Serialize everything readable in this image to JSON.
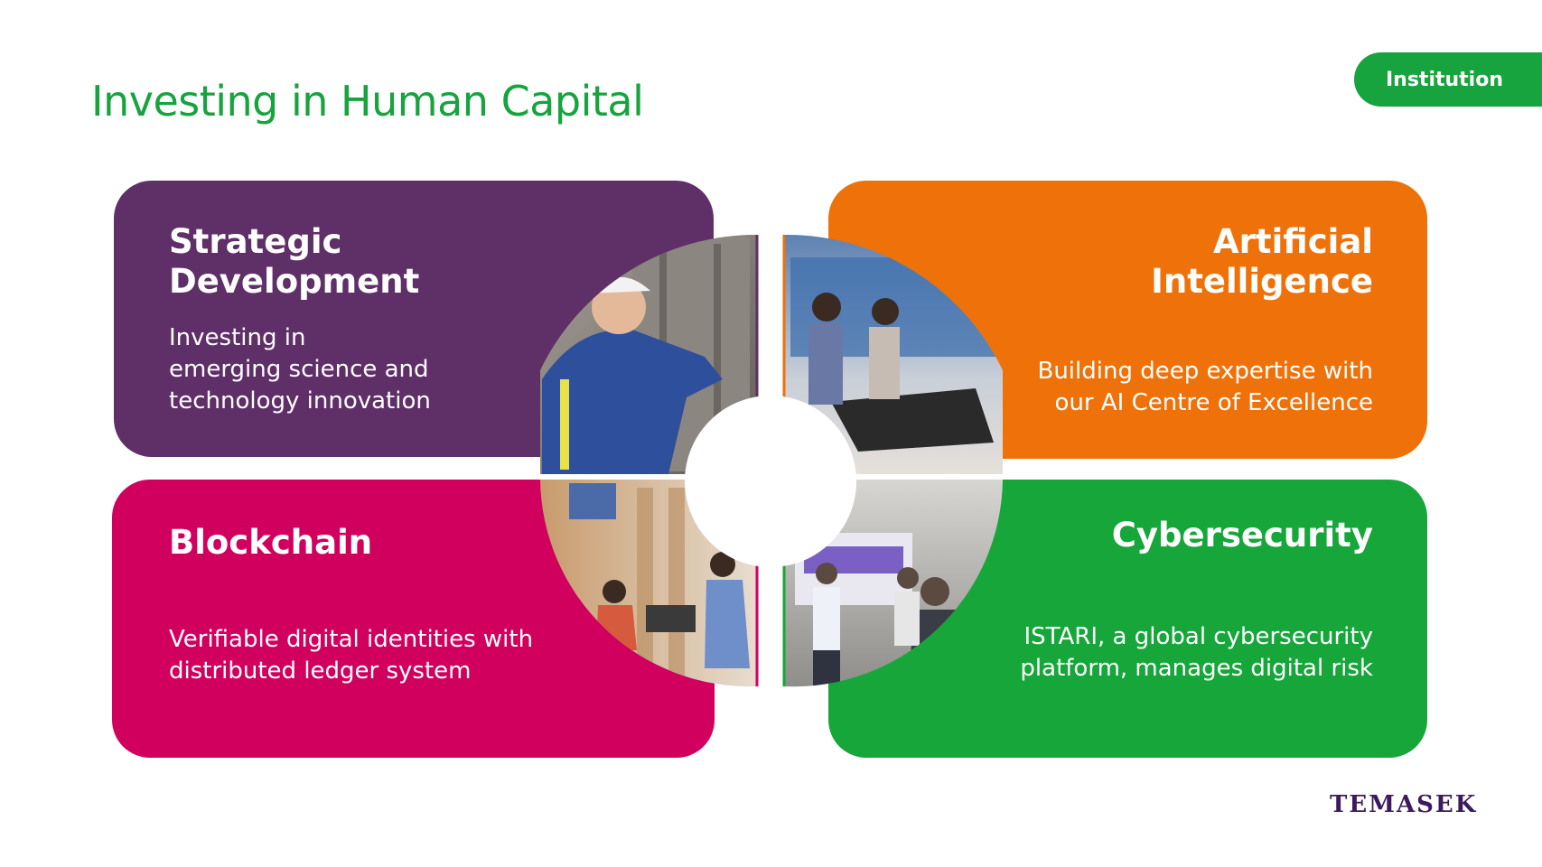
{
  "page": {
    "title": "Investing in Human Capital",
    "tag": "Institution",
    "logo": "TEMASEK"
  },
  "cards": {
    "strategic": {
      "title_line1": "Strategic",
      "title_line2": "Development",
      "desc_line1": "Investing in",
      "desc_line2": "emerging science and",
      "desc_line3": "technology innovation",
      "color": "#5f2f67"
    },
    "ai": {
      "title_line1": "Artificial",
      "title_line2": "Intelligence",
      "desc_line1": "Building deep expertise with",
      "desc_line2": "our AI Centre of Excellence",
      "color": "#ee7209"
    },
    "blockchain": {
      "title": "Blockchain",
      "desc_line1": "Verifiable digital identities with",
      "desc_line2": "distributed ledger system",
      "color": "#d1005f"
    },
    "cyber": {
      "title": "Cybersecurity",
      "desc_line1": "ISTARI, a global cybersecurity",
      "desc_line2": "platform, manages digital risk",
      "color": "#16a63a"
    }
  },
  "colors": {
    "accent_green": "#17a33d",
    "logo_purple": "#3b1b5e"
  }
}
